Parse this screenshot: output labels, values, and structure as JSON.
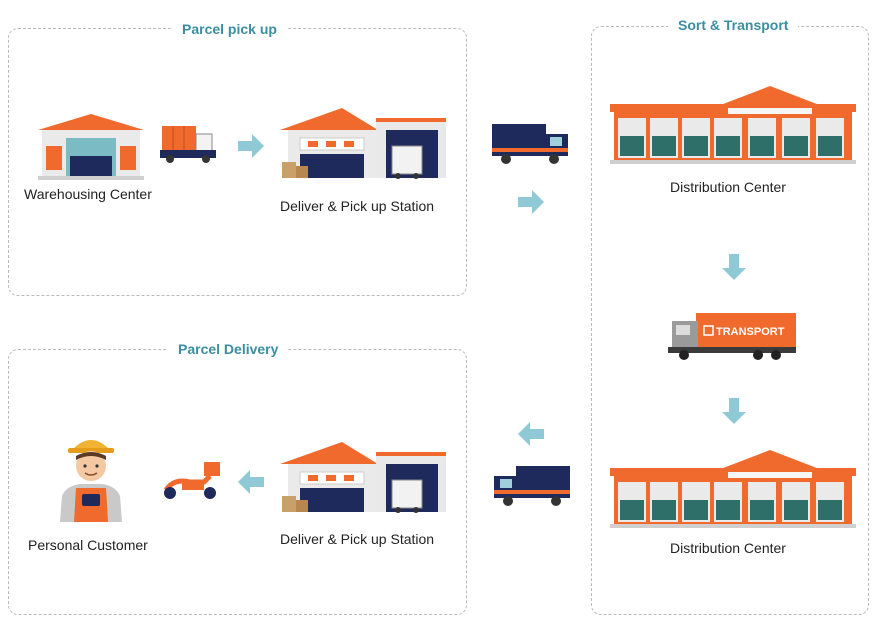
{
  "panels": {
    "pickup": {
      "title": "Parcel pick up"
    },
    "sort": {
      "title": "Sort & Transport"
    },
    "delivery": {
      "title": "Parcel Delivery"
    }
  },
  "labels": {
    "warehousing_center": "Warehousing Center",
    "deliver_pickup_station_top": "Deliver & Pick up Station",
    "distribution_center_top": "Distribution Center",
    "distribution_center_bottom": "Distribution Center",
    "deliver_pickup_station_bottom": "Deliver & Pick up Station",
    "personal_customer": "Personal Customer"
  },
  "truck_text": "TRANSPORT",
  "colors": {
    "orange": "#ef6a2c",
    "navy": "#1f2a5c",
    "arrow": "#8fc9d6",
    "title": "#3a8ea0",
    "teal": "#2f6f6a"
  }
}
